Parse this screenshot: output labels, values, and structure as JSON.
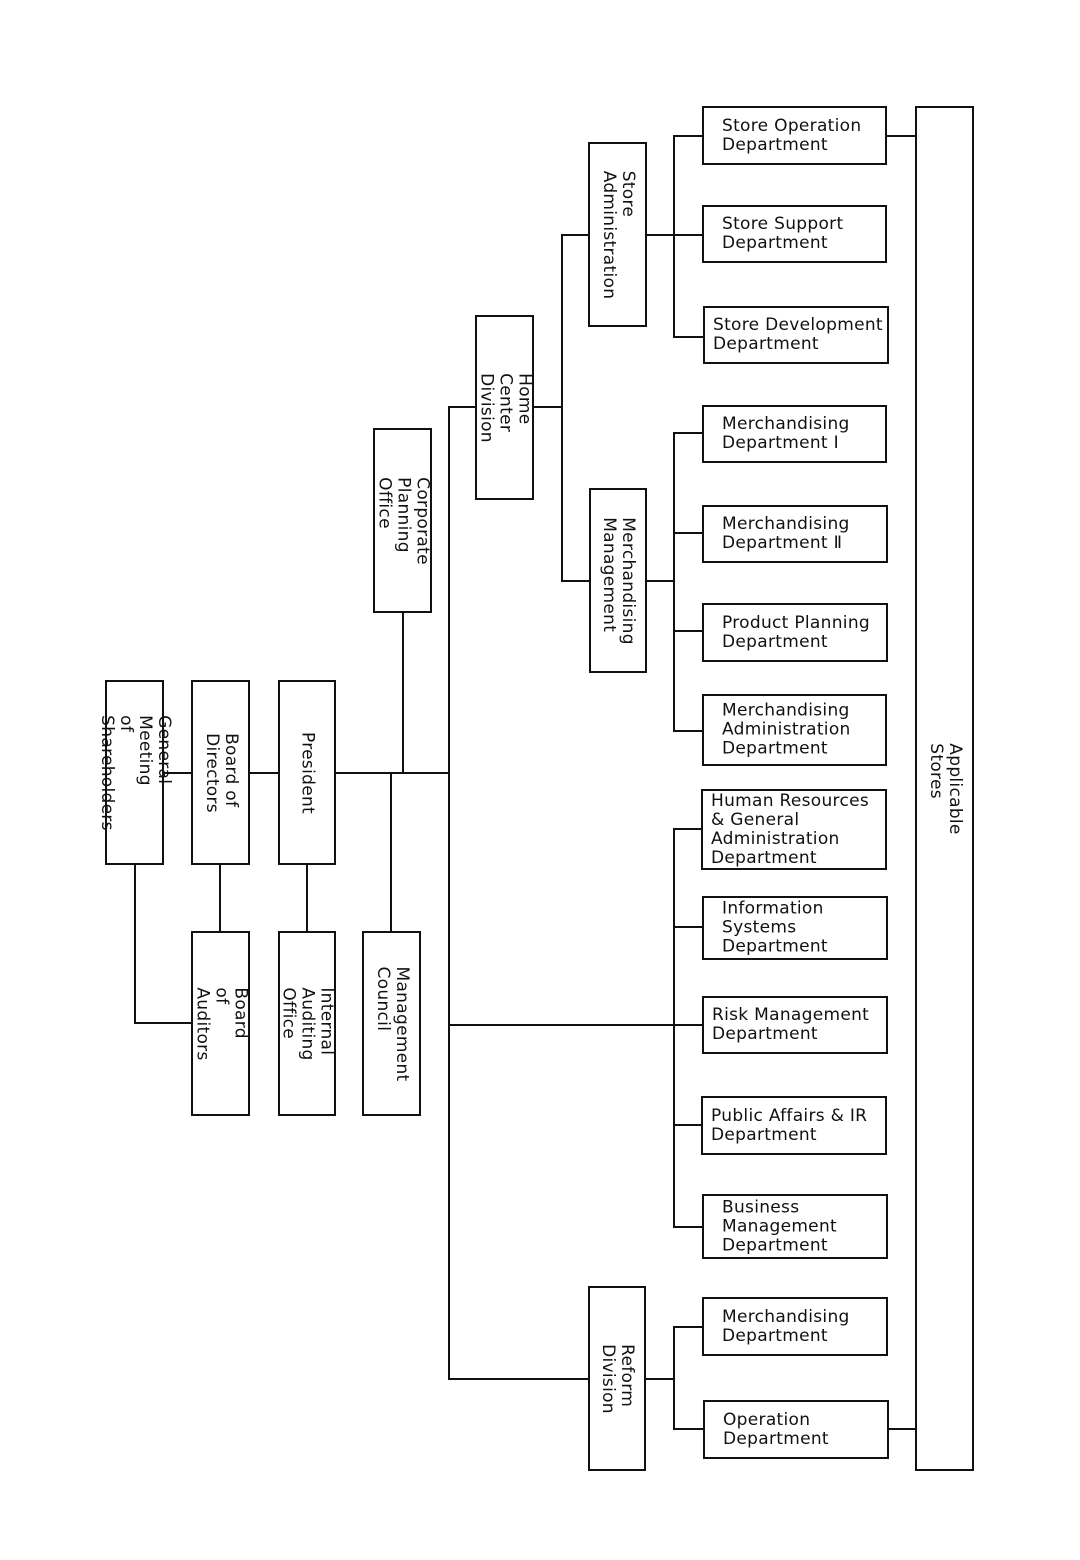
{
  "chart_data": {
    "type": "org-chart",
    "nodes": {
      "shareholders": "General Meeting\nof Shareholders",
      "directors": "Board of Directors",
      "auditors": "Board of Auditors",
      "president": "President",
      "internal_audit": "Internal Auditing\nOffice",
      "mgmt_council": "Management\nCouncil",
      "corp_planning": "Corporate\nPlanning Office",
      "home_center": "Home Center\nDivision",
      "store_admin": "Store\nAdministration",
      "merch_mgmt": "Merchandising\nManagement",
      "reform": "Reform Division",
      "store_op": "Store Operation\nDepartment",
      "store_support": "Store Support\nDepartment",
      "store_dev": "Store Development\nDepartment",
      "merch1": "Merchandising\nDepartment Ⅰ",
      "merch2": "Merchandising\nDepartment Ⅱ",
      "product_planning": "Product Planning\nDepartment",
      "merch_admin": "Merchandising\nAdministration\nDepartment",
      "hr_ga": "Human Resources\n& General\nAdministration\nDepartment",
      "info_sys": "Information\nSystems\nDepartment",
      "risk": "Risk Management\nDepartment",
      "public_affairs": "Public Affairs & IR\nDepartment",
      "business_mgmt": "Business\nManagement\nDepartment",
      "reform_merch": "Merchandising\nDepartment",
      "reform_op": "Operation\nDepartment",
      "applicable_stores": "Applicable Stores"
    },
    "edges": [
      [
        "shareholders",
        "directors"
      ],
      [
        "shareholders",
        "auditors"
      ],
      [
        "directors",
        "auditors"
      ],
      [
        "directors",
        "president"
      ],
      [
        "president",
        "internal_audit"
      ],
      [
        "president",
        "mgmt_council"
      ],
      [
        "president",
        "corp_planning"
      ],
      [
        "president",
        "home_center"
      ],
      [
        "president",
        "reform"
      ],
      [
        "president",
        "hr_ga"
      ],
      [
        "president",
        "info_sys"
      ],
      [
        "president",
        "risk"
      ],
      [
        "president",
        "public_affairs"
      ],
      [
        "president",
        "business_mgmt"
      ],
      [
        "home_center",
        "store_admin"
      ],
      [
        "home_center",
        "merch_mgmt"
      ],
      [
        "store_admin",
        "store_op"
      ],
      [
        "store_admin",
        "store_support"
      ],
      [
        "store_admin",
        "store_dev"
      ],
      [
        "merch_mgmt",
        "merch1"
      ],
      [
        "merch_mgmt",
        "merch2"
      ],
      [
        "merch_mgmt",
        "product_planning"
      ],
      [
        "merch_mgmt",
        "merch_admin"
      ],
      [
        "reform",
        "reform_merch"
      ],
      [
        "reform",
        "reform_op"
      ],
      [
        "store_op",
        "applicable_stores"
      ],
      [
        "reform_op",
        "applicable_stores"
      ]
    ]
  }
}
